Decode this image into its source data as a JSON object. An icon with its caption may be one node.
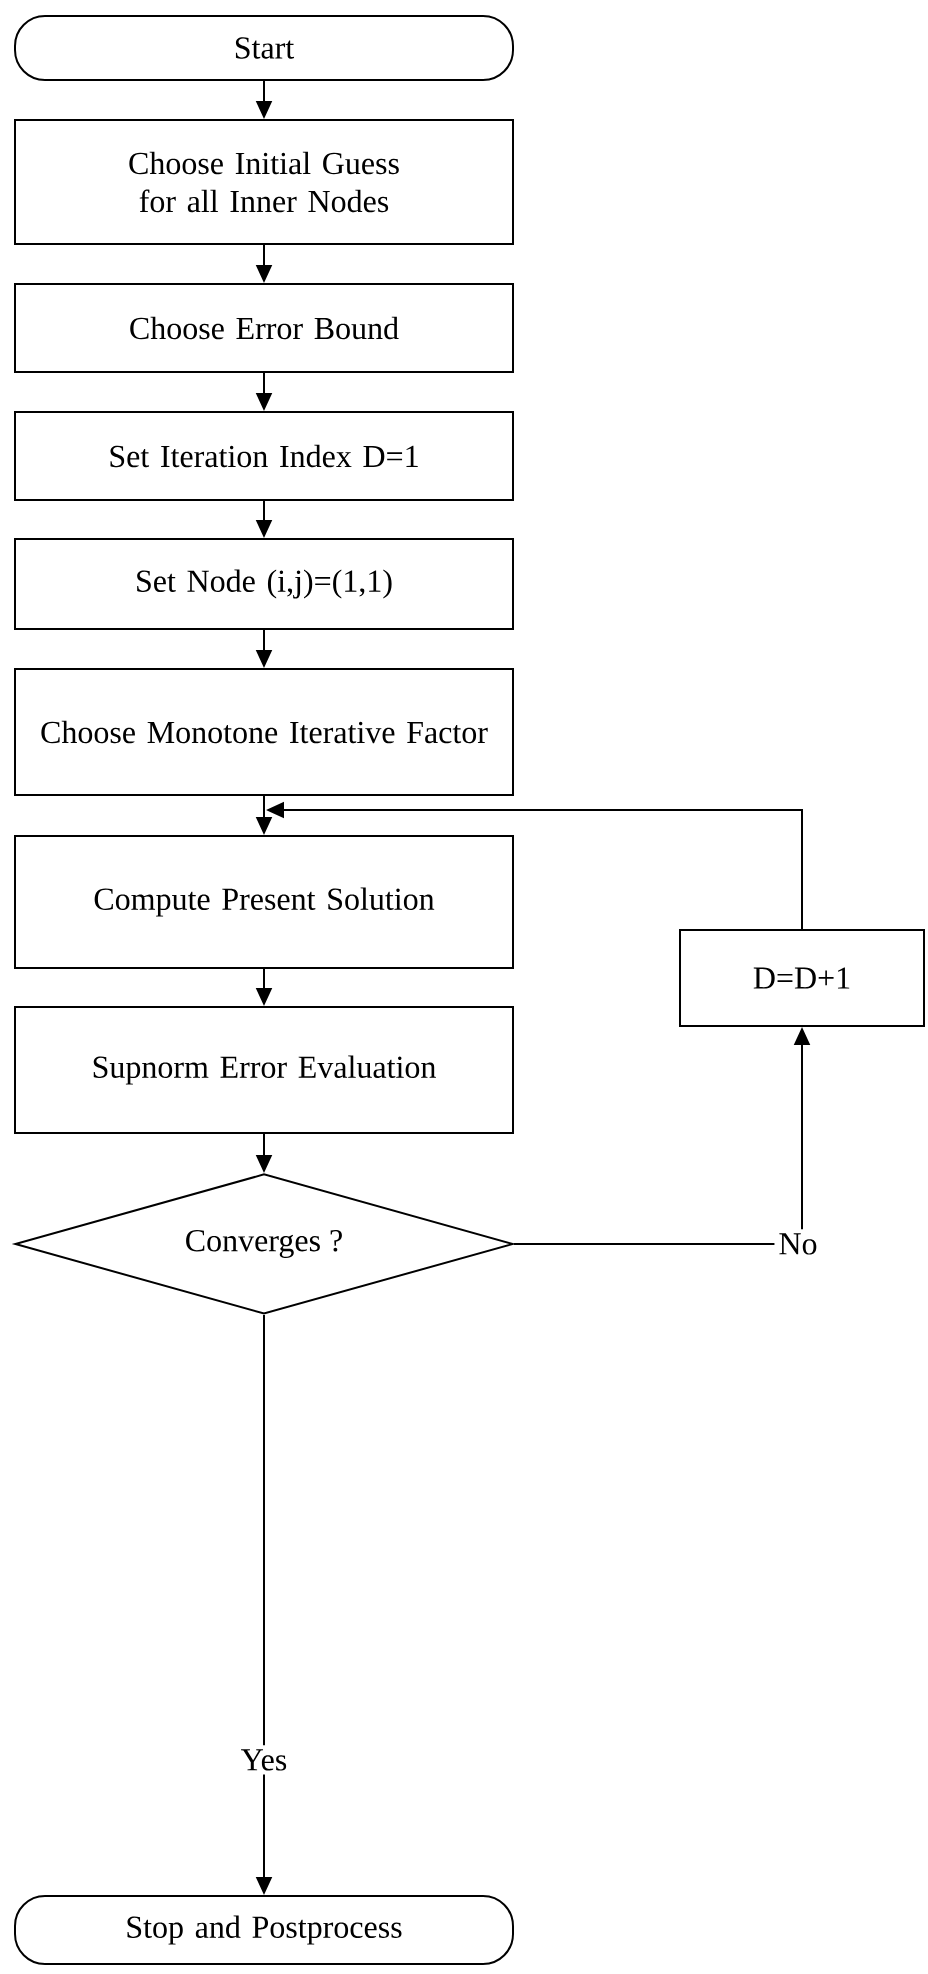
{
  "diagram": {
    "nodes": [
      {
        "text": [
          "Start"
        ]
      },
      {
        "text": [
          "Choose Initial Guess for all Inner Nodes"
        ]
      },
      {
        "text": [
          "Choose Error Bound"
        ]
      },
      {
        "text": [
          "Set Iteration Index D=1"
        ]
      },
      {
        "text": [
          "Set Node (i,j)=(1,1)"
        ]
      },
      {
        "text": [
          "Choose Monotone Iterative Factor"
        ]
      },
      {
        "text": [
          "Compute Present Solution"
        ]
      },
      {
        "text": [
          "Supnorm Error Evaluation"
        ]
      },
      {
        "text": [
          "Converges ?"
        ]
      },
      {
        "text": [
          "D=D+1"
        ]
      },
      {
        "text": [
          "Stop and Postprocess"
        ]
      }
    ],
    "edges": [
      {
        "from": 0,
        "to": 1,
        "arrow": "to"
      },
      {
        "from": 1,
        "to": 2,
        "arrow": "to"
      },
      {
        "from": 2,
        "to": 3,
        "arrow": "to"
      },
      {
        "from": 3,
        "to": 4,
        "arrow": "to"
      },
      {
        "from": 4,
        "to": 5,
        "arrow": "to"
      },
      {
        "from": 5,
        "to": 6,
        "arrow": "to"
      },
      {
        "from": 6,
        "to": 7,
        "arrow": "to"
      },
      {
        "from": 7,
        "to": 8,
        "arrow": "to"
      },
      {
        "from": 8,
        "to": 9,
        "arrow": "to",
        "label": "No"
      },
      {
        "from": 9,
        "to": 6,
        "arrow": "to"
      },
      {
        "from": 8,
        "to": 10,
        "arrow": "to",
        "label": "Yes"
      }
    ]
  }
}
